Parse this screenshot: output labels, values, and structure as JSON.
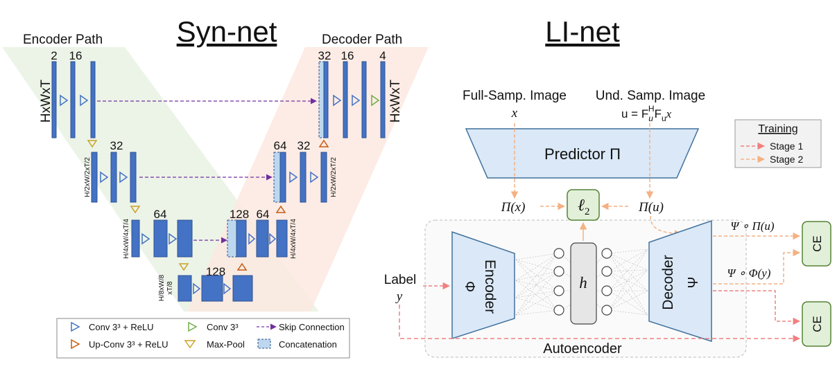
{
  "synnet": {
    "title": "Syn-net",
    "encoder_path": "Encoder Path",
    "decoder_path": "Decoder Path",
    "channels": {
      "enc1a": "2",
      "enc1b": "16",
      "enc2": "32",
      "enc3": "64",
      "bottleneck": "128",
      "dec3a": "128",
      "dec3b": "64",
      "dec2a": "64",
      "dec2b": "32",
      "dec1a": "32",
      "dec1b": "16",
      "dec1c": "4"
    },
    "dims": {
      "level1_left": "HxWxT",
      "level1_right": "HxWxT",
      "level2_left": "H/2xW/2xT/2",
      "level2_right": "H/2xW/2xT/2",
      "level3_left": "H/4xW/4xT/4",
      "level3_right": "H/4xW/4xT/4",
      "level4_line1": "H/8xW/8",
      "level4_line2": "xT/8"
    },
    "legend": {
      "conv_relu": "Conv 3³ + ReLU",
      "conv": "Conv 3³",
      "skip": "Skip Connection",
      "upconv": "Up-Conv 3³ + ReLU",
      "maxpool": "Max-Pool",
      "concat": "Concatenation"
    },
    "colors": {
      "block": "#4472c4",
      "block_stroke": "#2f528f",
      "skip": "#7030a0",
      "enc_bg": "#e9f2e4",
      "dec_bg": "#fbe9e1",
      "concat": "#bdd7ee",
      "maxpool": "#c9a227",
      "upconv": "#c55a11",
      "conv": "#70ad47"
    }
  },
  "linet": {
    "title": "LI-net",
    "full_samp_label": "Full-Samp. Image",
    "full_samp_var": "x",
    "und_samp_label": "Und. Samp. Image",
    "und_samp_eq": "u = F",
    "und_samp_sub1": "u",
    "und_samp_sup": "H",
    "und_samp_mid": "F",
    "und_samp_sub2": "u",
    "und_samp_var": "x",
    "predictor_label": "Predictor Π",
    "pi_x": "Π(x)",
    "pi_u": "Π(u)",
    "loss_l": "ℓ",
    "loss_sub": "2",
    "encoder_label": "Encoder",
    "encoder_sym": "Φ",
    "decoder_label": "Decoder",
    "decoder_sym": "Ψ",
    "latent": "h",
    "label_text": "Label",
    "label_var": "y",
    "psi_pi_u": "Ψ ∘ Π(u)",
    "psi_phi_y": "Ψ ∘ Φ(y)",
    "ce1": "CE",
    "ce2": "CE",
    "autoencoder": "Autoencoder",
    "training": {
      "title": "Training",
      "stage1": "Stage 1",
      "stage2": "Stage 2"
    },
    "colors": {
      "box_fill": "#dae8f7",
      "box_stroke": "#41719c",
      "ce_fill": "#e2f0d9",
      "ce_stroke": "#548235",
      "stage1": "#f08080",
      "stage2": "#f4b183"
    }
  }
}
